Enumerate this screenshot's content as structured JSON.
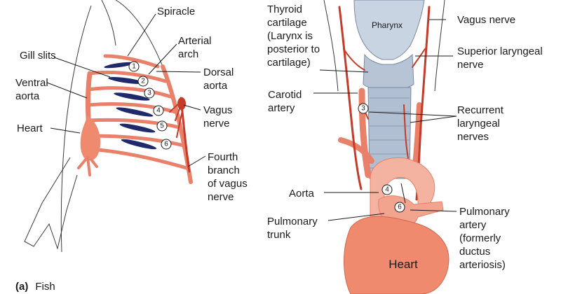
{
  "colors": {
    "vessel": "#e8806a",
    "vessel_dark": "#c63a28",
    "gill_slit": "#1f2a6b",
    "heart": "#ef8a6e",
    "pharynx": "#c8d4e2"
  },
  "fish": {
    "caption_letter": "(a)",
    "caption_text": "Fish",
    "labels": {
      "spiracle": "Spiracle",
      "arterial_arch": [
        "Arterial",
        "arch"
      ],
      "gill_slits": "Gill slits",
      "ventral_aorta": [
        "Ventral",
        "aorta"
      ],
      "dorsal_aorta": [
        "Dorsal",
        "aorta"
      ],
      "vagus_nerve": [
        "Vagus",
        "nerve"
      ],
      "heart": "Heart",
      "fourth_branch": [
        "Fourth",
        "branch",
        "of vagus",
        "nerve"
      ]
    },
    "arch_numbers": [
      "1",
      "2",
      "3",
      "4",
      "5",
      "6"
    ]
  },
  "human": {
    "labels": {
      "thyroid_cartilage": [
        "Thyroid",
        "cartilage",
        "(Larynx is",
        "posterior to",
        "cartilage)"
      ],
      "pharynx": "Pharynx",
      "vagus_nerve": "Vagus nerve",
      "superior_laryngeal": [
        "Superior laryngeal",
        "nerve"
      ],
      "carotid_artery": [
        "Carotid",
        "artery"
      ],
      "recurrent_laryngeal": [
        "Recurrent",
        "laryngeal",
        "nerves"
      ],
      "aorta": "Aorta",
      "pulmonary_trunk": [
        "Pulmonary",
        "trunk"
      ],
      "pulmonary_artery": [
        "Pulmonary",
        "artery",
        "(formerly",
        "ductus",
        "arteriosis)"
      ],
      "heart": "Heart"
    },
    "arch_numbers": [
      "3",
      "4",
      "6"
    ]
  }
}
